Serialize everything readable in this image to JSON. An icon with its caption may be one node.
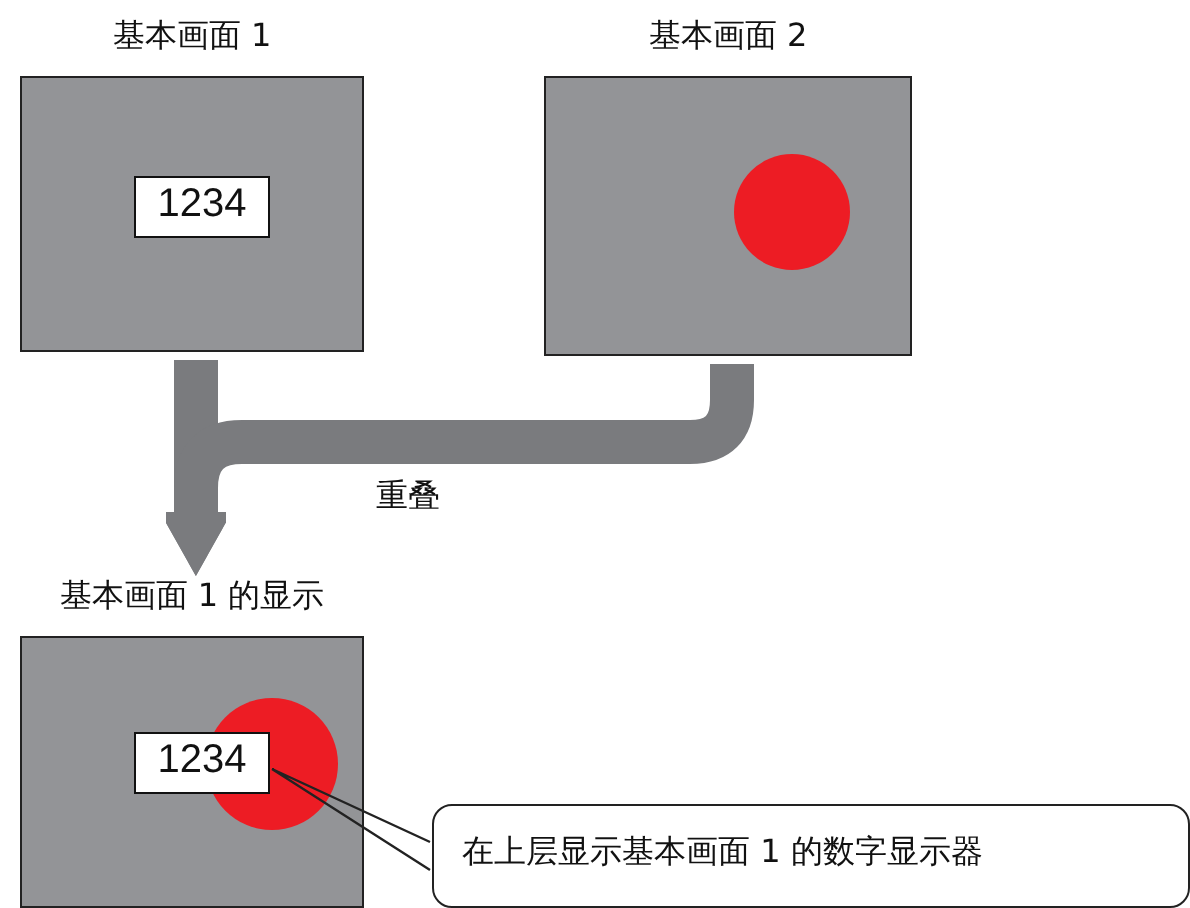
{
  "diagram": {
    "nodes": [
      {
        "text": [
          "基本画面 1"
        ]
      },
      {
        "text": [
          "1234"
        ],
        "in": 0
      },
      {
        "text": [
          "基本画面 2"
        ]
      },
      {
        "text": [],
        "shape": "circle",
        "in": 2
      },
      {
        "text": [
          "基本画面 1 的显示"
        ]
      },
      {
        "text": [],
        "shape": "circle",
        "in": 4
      },
      {
        "text": [
          "1234"
        ],
        "in": 4
      },
      {
        "text": [
          "在上层显示基本画面 1 的数字显示器"
        ]
      }
    ],
    "edges": [
      {
        "from": 0,
        "to": 4,
        "arrow": "to"
      },
      {
        "from": 2,
        "to": 4,
        "arrow": "to",
        "label": "重叠"
      },
      {
        "from": 7,
        "to": 6,
        "arrow": "none",
        "color": "#222222"
      }
    ]
  }
}
